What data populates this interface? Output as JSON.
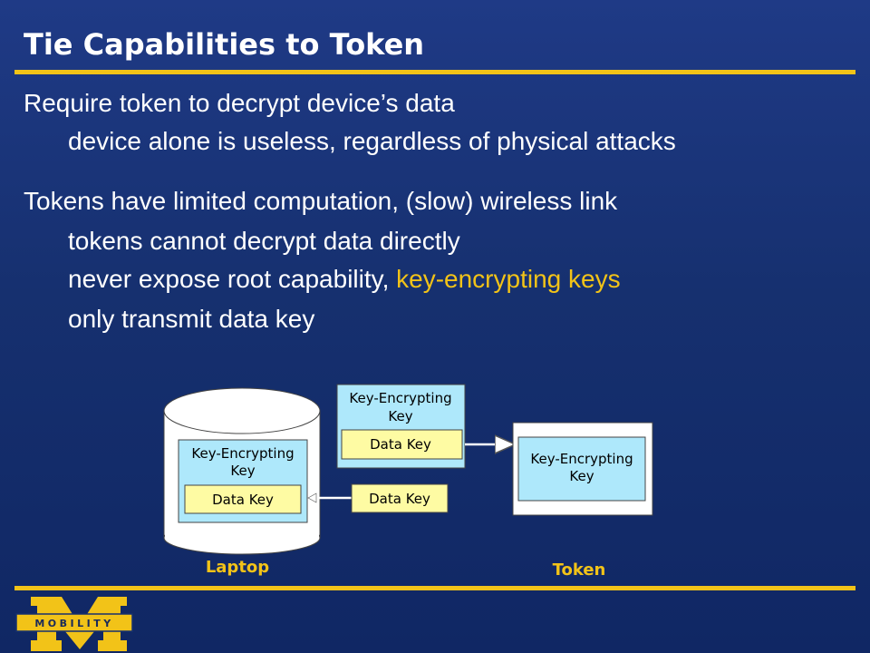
{
  "slide": {
    "title": "Tie Capabilities to Token",
    "bullets": [
      {
        "text": "Require token to decrypt device’s data"
      },
      {
        "text": "device alone is useless, regardless of physical attacks"
      },
      {
        "text": "Tokens have limited computation, (slow) wireless link"
      },
      {
        "text": "tokens cannot decrypt data directly"
      },
      {
        "text_plain": "never expose root capability, ",
        "text_highlight": "key-encrypting keys"
      },
      {
        "text": "only transmit data key"
      }
    ]
  },
  "diagram": {
    "laptop": {
      "label": "Laptop",
      "kek_line1": "Key-Encrypting",
      "kek_line2": "Key",
      "data_key": "Data Key"
    },
    "in_transit": {
      "kek_line1": "Key-Encrypting",
      "kek_line2": "Key",
      "data_key_encrypted": "Data Key",
      "data_key_returned": "Data Key"
    },
    "token": {
      "label": "Token",
      "kek_line1": "Key-Encrypting",
      "kek_line2": "Key"
    }
  },
  "logo": {
    "text": "MOBILITY"
  },
  "colors": {
    "background": "#16306f",
    "accent": "#f2c318",
    "box_light": "#aee8fb",
    "box_key": "#fefba3"
  }
}
